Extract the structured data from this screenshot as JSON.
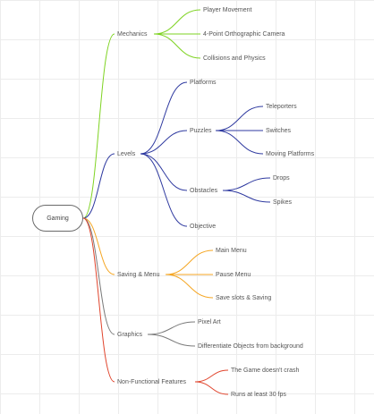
{
  "root": {
    "label": "Gaming"
  },
  "colors": {
    "mechanics": "#7ed321",
    "levels": "#2f3aa0",
    "saving": "#f5a623",
    "graphics": "#7a7a7a",
    "nonfunctional": "#e0432b"
  },
  "branches": [
    {
      "id": "mechanics",
      "label": "Mechanics",
      "children": [
        {
          "label": "Player Movement"
        },
        {
          "label": "4-Point Orthographic Camera"
        },
        {
          "label": "Collisions and Physics"
        }
      ]
    },
    {
      "id": "levels",
      "label": "Levels",
      "children": [
        {
          "label": "Platforms"
        },
        {
          "label": "Puzzles",
          "children": [
            {
              "label": "Teleporters"
            },
            {
              "label": "Switches"
            },
            {
              "label": "Moving Platforms"
            }
          ]
        },
        {
          "label": "Obstacles",
          "children": [
            {
              "label": "Drops"
            },
            {
              "label": "Spikes"
            }
          ]
        },
        {
          "label": "Objective"
        }
      ]
    },
    {
      "id": "saving",
      "label": "Saving & Menu",
      "children": [
        {
          "label": "Main Menu"
        },
        {
          "label": "Pause Menu"
        },
        {
          "label": "Save slots & Saving"
        }
      ]
    },
    {
      "id": "graphics",
      "label": "Graphics",
      "children": [
        {
          "label": "Pixel Art"
        },
        {
          "label": "Differentiate Objects from background"
        }
      ]
    },
    {
      "id": "nonfunctional",
      "label": "Non-Functional Features",
      "children": [
        {
          "label": "The Game doesn't crash"
        },
        {
          "label": "Runs at least 30 fps"
        }
      ]
    }
  ]
}
